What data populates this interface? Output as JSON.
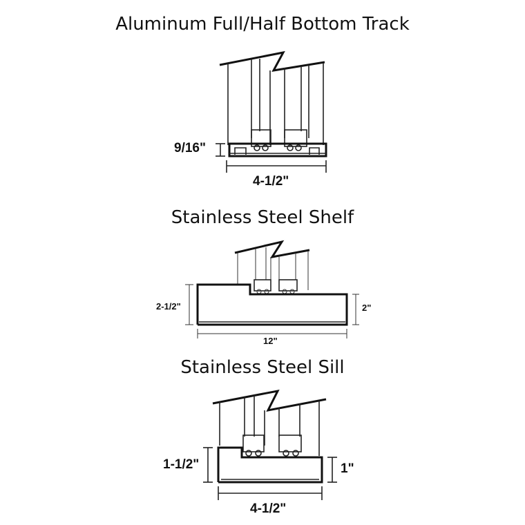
{
  "sections": [
    {
      "title": "Aluminum Full/Half Bottom Track",
      "dims": {
        "height": "9/16\"",
        "width": "4-1/2\""
      }
    },
    {
      "title": "Stainless Steel Shelf",
      "dims": {
        "left_height": "2-1/2\"",
        "right_height": "2\"",
        "width": "12\""
      }
    },
    {
      "title": "Stainless Steel Sill",
      "dims": {
        "left_height": "1-1/2\"",
        "right_height": "1\"",
        "width": "4-1/2\""
      }
    }
  ]
}
